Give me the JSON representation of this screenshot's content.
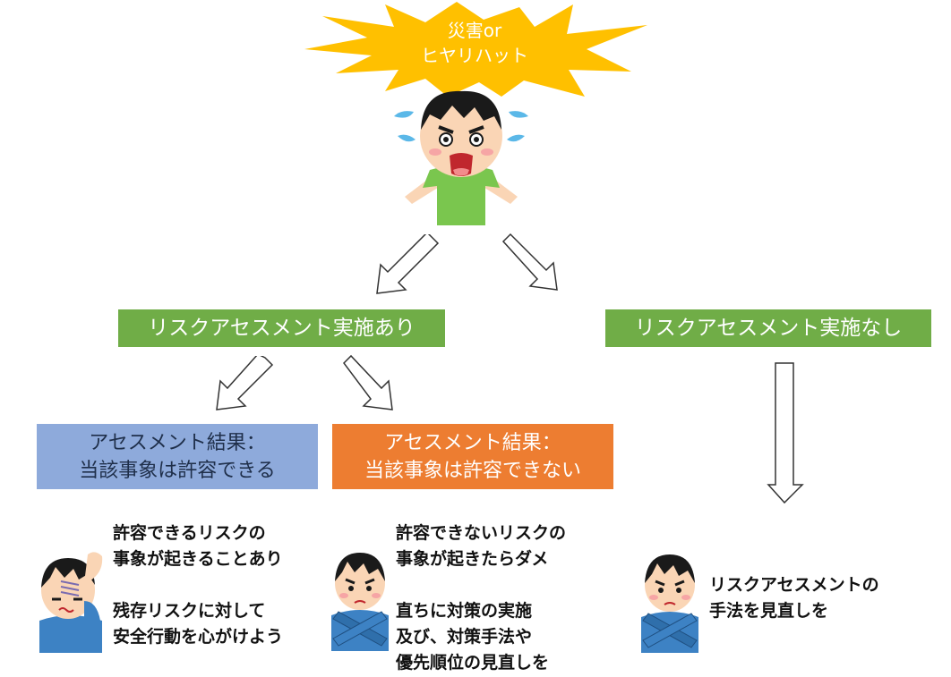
{
  "trigger": {
    "line1": "災害or",
    "line2": "ヒヤリハット"
  },
  "branches": {
    "with_assessment": "リスクアセスメント実施あり",
    "without_assessment": "リスクアセスメント実施なし"
  },
  "results": {
    "acceptable": {
      "line1": "アセスメント結果：",
      "line2": "当該事象は許容できる"
    },
    "unacceptable": {
      "line1": "アセスメント結果：",
      "line2": "当該事象は許容できない"
    }
  },
  "notes": {
    "acceptable": {
      "line1": "許容できるリスクの",
      "line2": "事象が起きることあり",
      "line3": "残存リスクに対して",
      "line4": "安全行動を心がけよう"
    },
    "unacceptable": {
      "line1": "許容できないリスクの",
      "line2": "事象が起きたらダメ",
      "line3": "直ちに対策の実施",
      "line4": "及び、対策手法や",
      "line5": "優先順位の見直しを"
    },
    "no_assessment": {
      "line1": "リスクアセスメントの",
      "line2": "手法を見直しを"
    }
  },
  "colors": {
    "burst": "#ffc000",
    "green_box": "#70ad47",
    "blue_box": "#8eaadb",
    "orange_box": "#ed7d31"
  }
}
